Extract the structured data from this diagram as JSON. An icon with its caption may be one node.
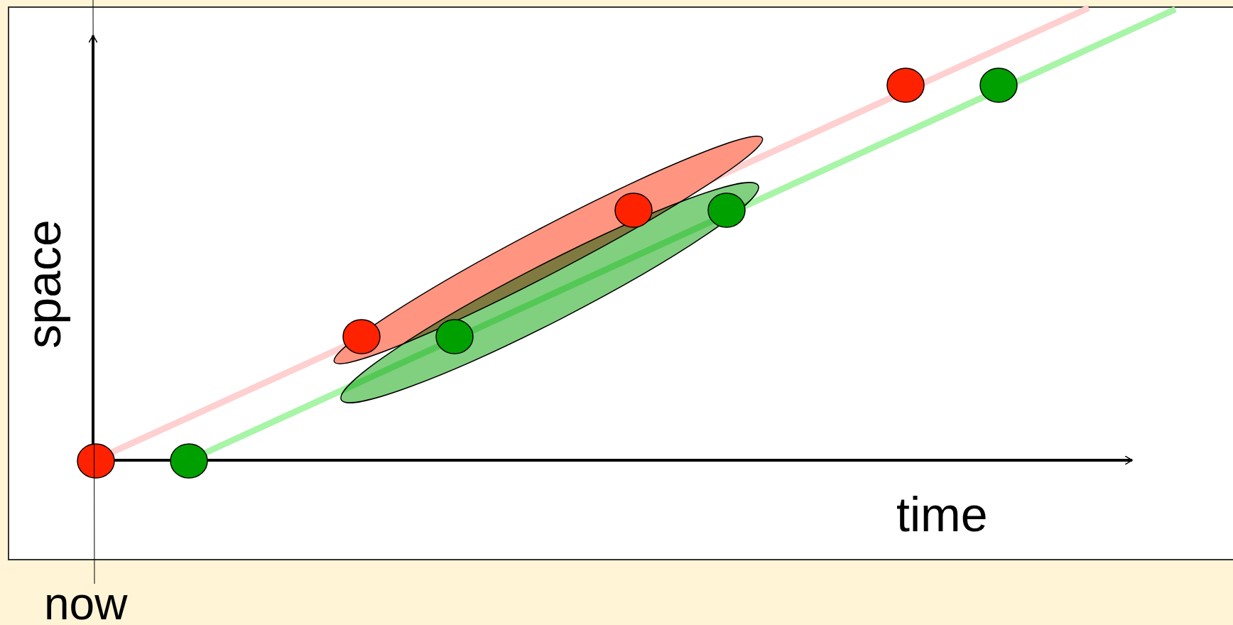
{
  "diagram": {
    "labels": [
      "space",
      "time",
      "now"
    ]
  }
}
